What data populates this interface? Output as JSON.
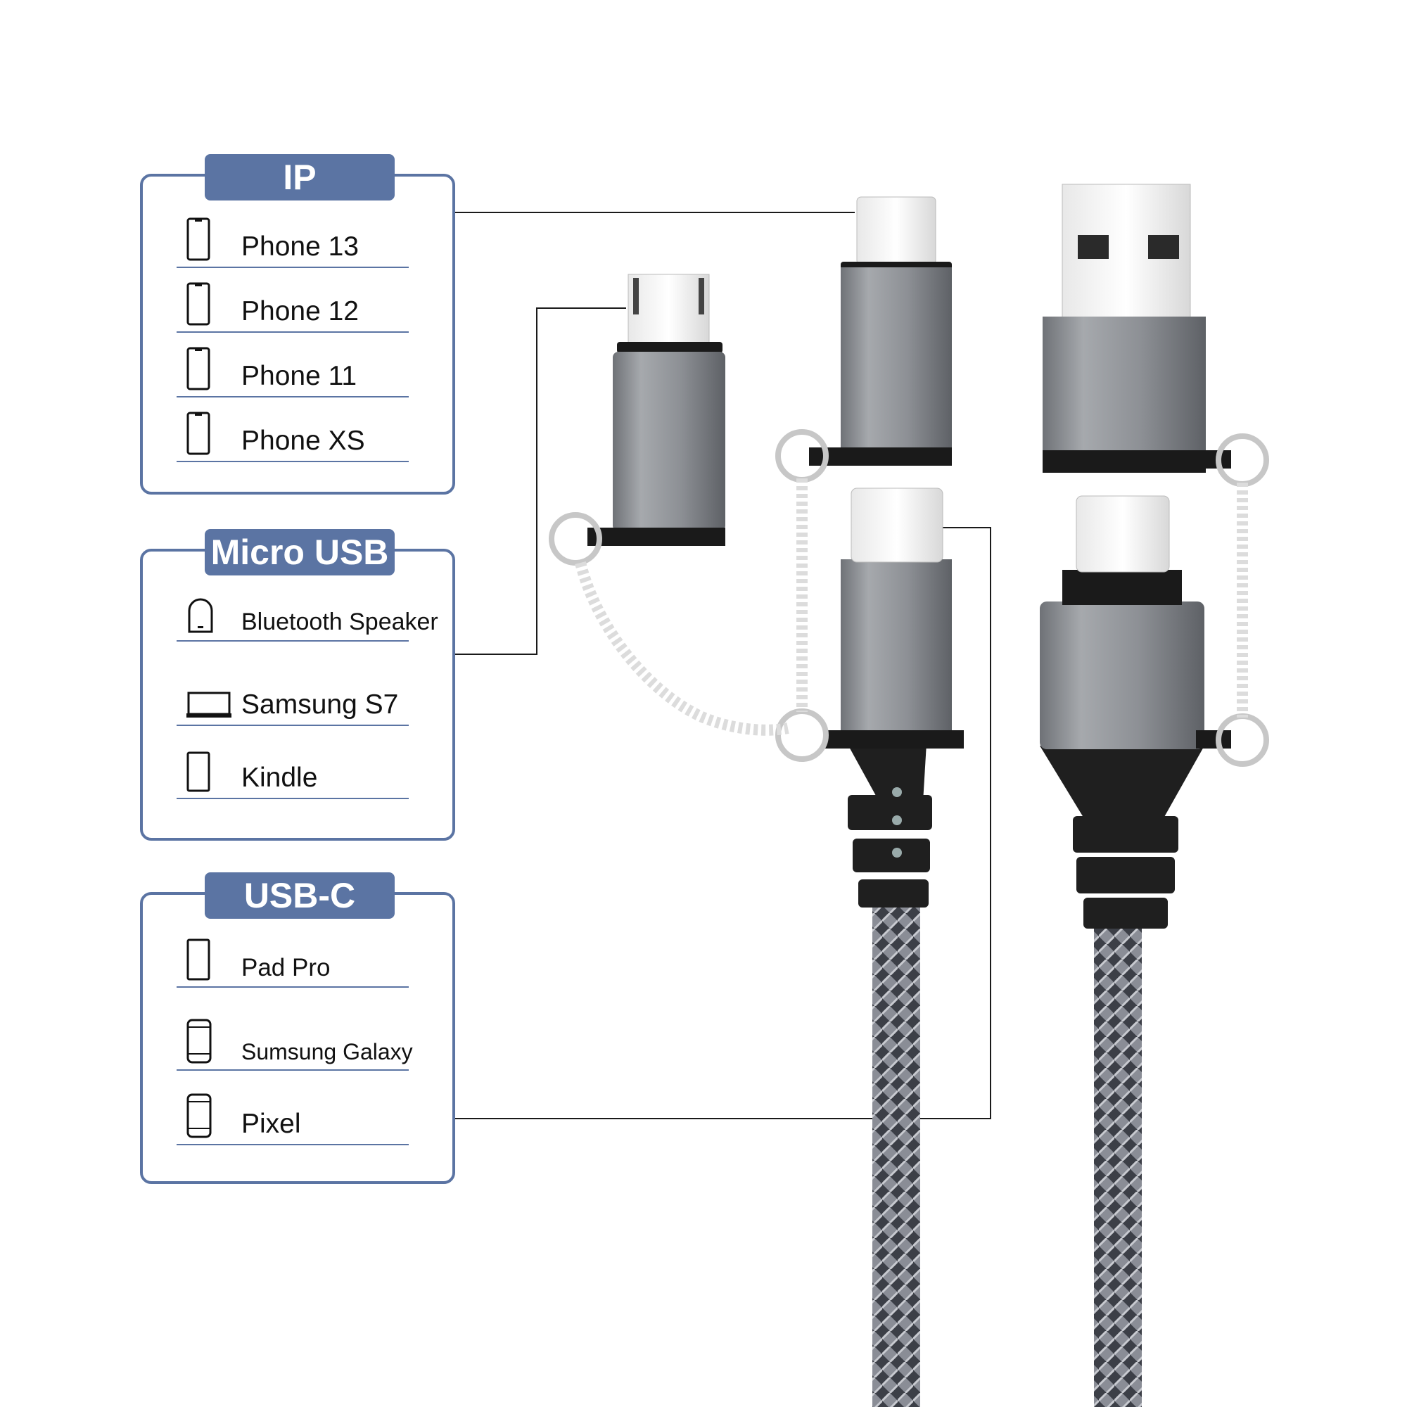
{
  "panels": [
    {
      "title": "IP",
      "items": [
        {
          "label": "Phone 13",
          "icon": "phone-icon"
        },
        {
          "label": "Phone 12",
          "icon": "phone-icon"
        },
        {
          "label": "Phone 11",
          "icon": "phone-icon"
        },
        {
          "label": "Phone XS",
          "icon": "phone-icon"
        }
      ]
    },
    {
      "title": "Micro USB",
      "items": [
        {
          "label": "Bluetooth Speaker",
          "icon": "speaker-icon"
        },
        {
          "label": "Samsung S7",
          "icon": "laptop-icon"
        },
        {
          "label": "Kindle",
          "icon": "tablet-icon"
        }
      ]
    },
    {
      "title": "USB-C",
      "items": [
        {
          "label": "Pad Pro",
          "icon": "tablet-icon"
        },
        {
          "label": "Sumsung Galaxy",
          "icon": "smartphone-icon"
        },
        {
          "label": "Pixel",
          "icon": "smartphone-icon"
        }
      ]
    }
  ],
  "colors": {
    "accent": "#5b74a3",
    "connector_gray": "#8e9196",
    "black": "#1a1a1a"
  }
}
